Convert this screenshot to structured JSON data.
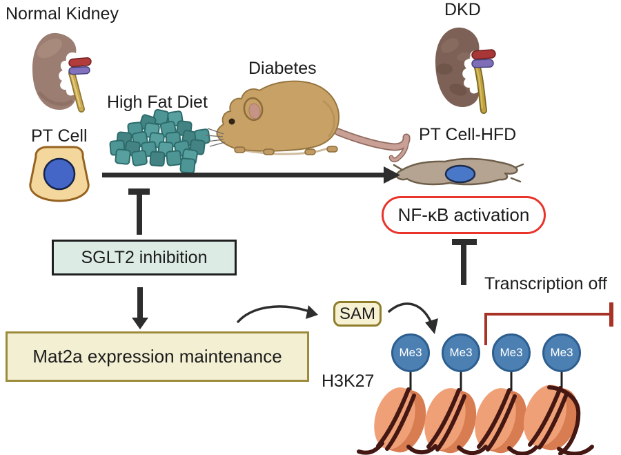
{
  "figure": {
    "labels": {
      "normal_kidney": "Normal Kidney",
      "pt_cell": "PT Cell",
      "high_fat_diet": "High Fat Diet",
      "diabetes": "Diabetes",
      "dkd": "DKD",
      "pt_cell_hfd": "PT Cell-HFD",
      "nfkb_activation": "NF-κB activation",
      "sglt2_inhibition": "SGLT2 inhibition",
      "mat2a_expression": "Mat2a expression maintenance",
      "sam": "SAM",
      "transcription_off": "Transcription off",
      "h3k27": "H3K27"
    },
    "me3_marks": [
      "Me3",
      "Me3",
      "Me3",
      "Me3"
    ],
    "colors": {
      "inhibition_red": "#a93226",
      "nfkb_border_red": "#e8342a",
      "me3_blue": "#4d80b2",
      "nucleosome_salmon": "#efa077",
      "hfd_teal": "#4e9595",
      "sglt2_box_fill": "#dcebe4",
      "mat2a_box_fill": "#f3efd2",
      "mat2a_border": "#9c8b3a",
      "arrow_black": "#2d2d2d"
    }
  }
}
